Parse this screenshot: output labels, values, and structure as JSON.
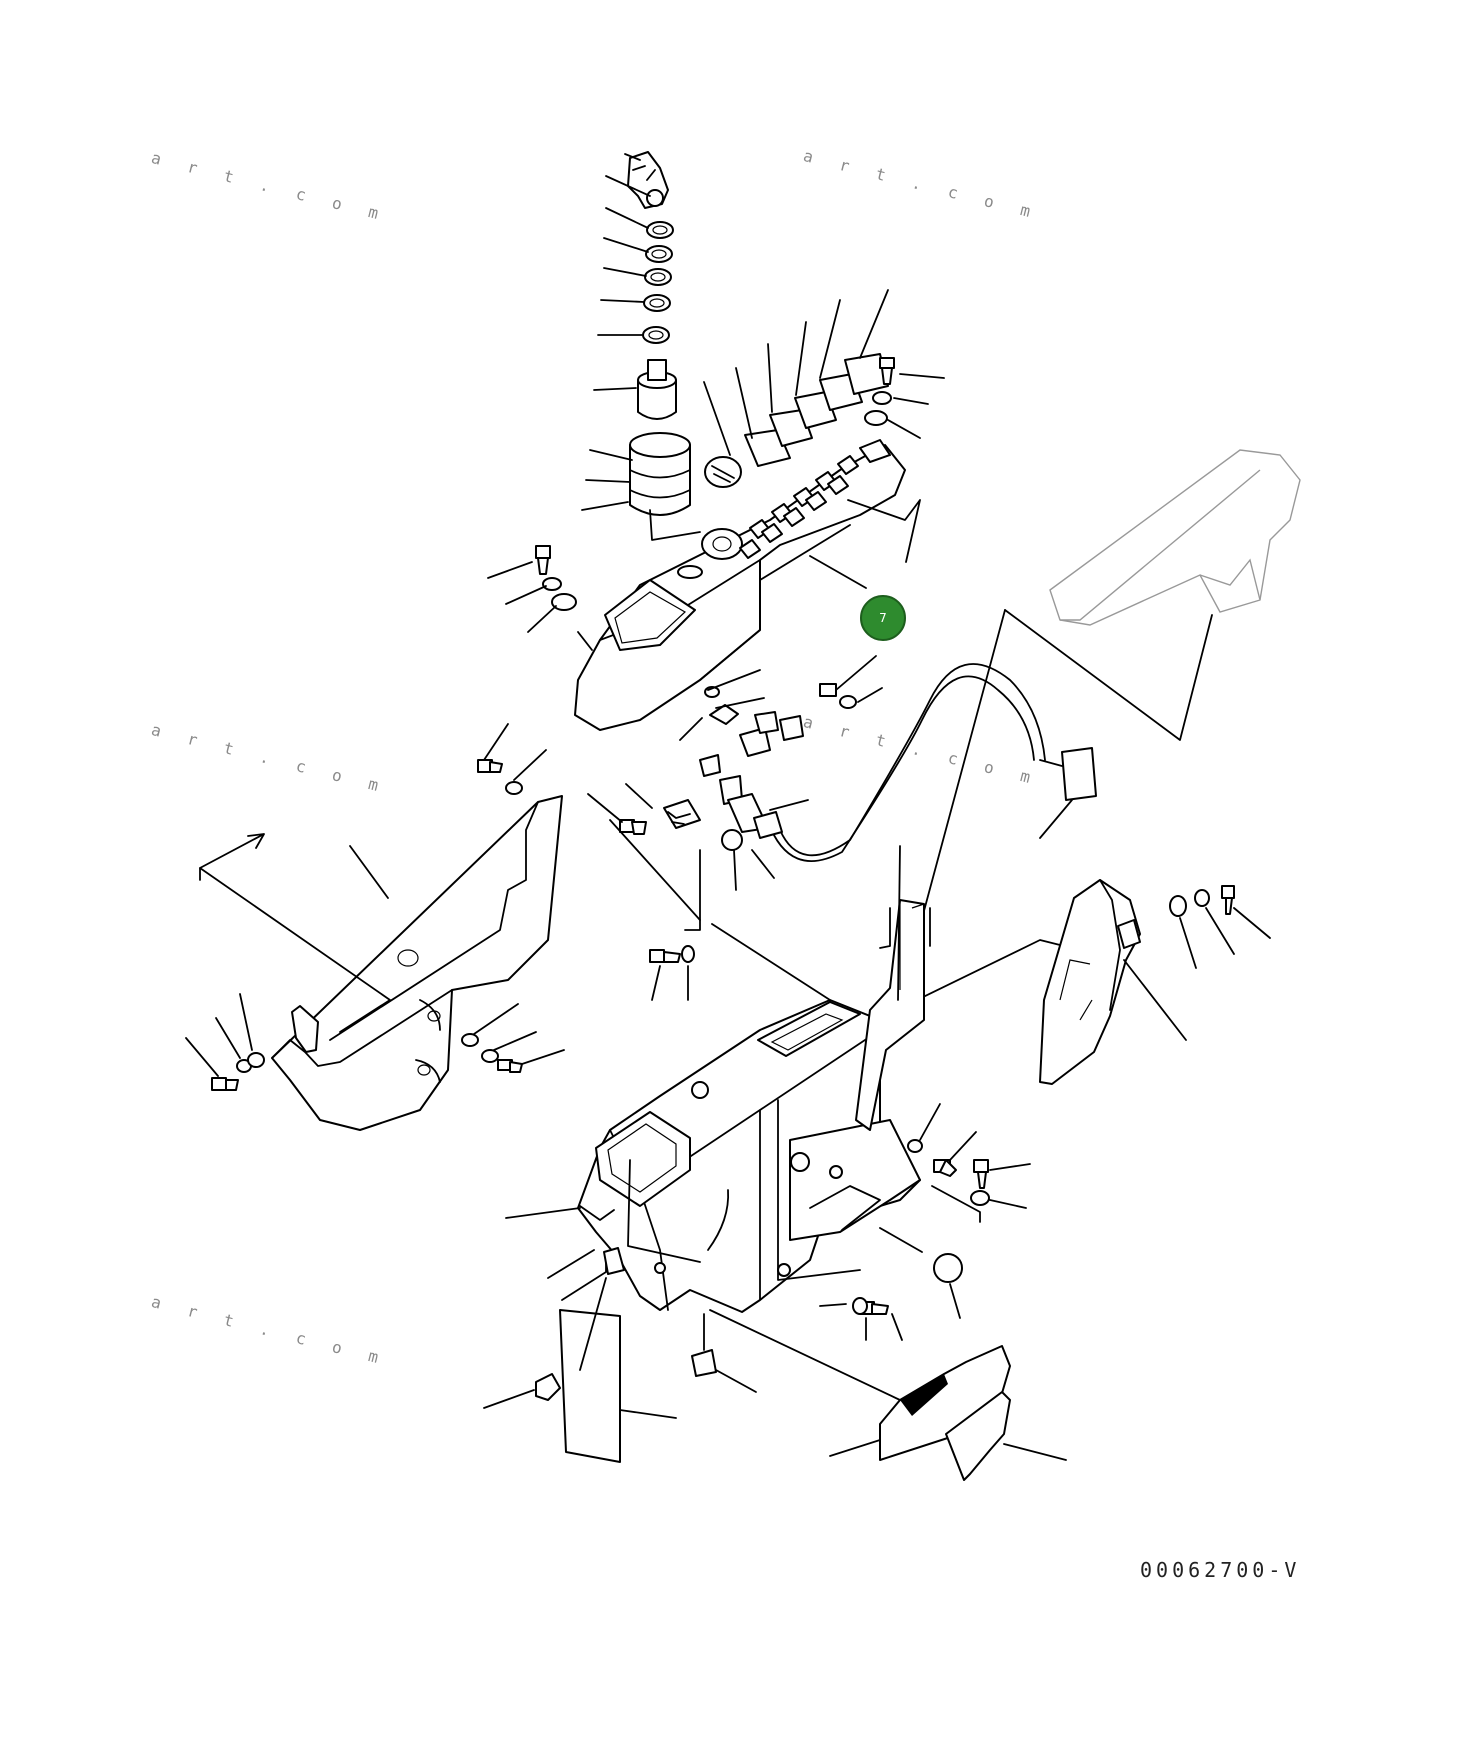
{
  "drawing_code": "00062700-V",
  "highlight_marker": {
    "label": "7",
    "color": "#2e8b2e"
  },
  "watermarks": [
    "a r t . c o m",
    "a r t . c o m",
    "a r t . c o m",
    "a r t . c o m",
    "a r t . c o m"
  ]
}
